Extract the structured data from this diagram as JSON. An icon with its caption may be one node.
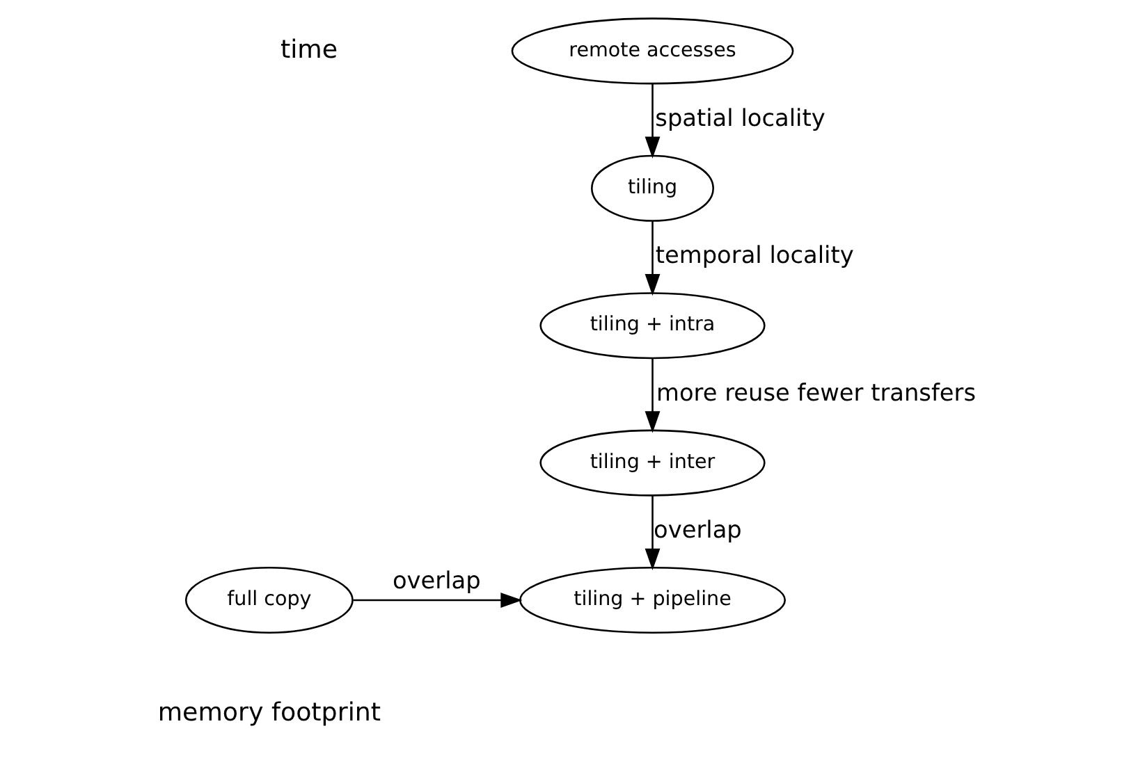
{
  "diagram": {
    "nodes": [
      {
        "text": [
          "remote accesses"
        ]
      },
      {
        "text": [
          "tiling"
        ]
      },
      {
        "text": [
          "tiling + intra"
        ]
      },
      {
        "text": [
          "tiling + inter"
        ]
      },
      {
        "text": [
          "tiling + pipeline"
        ]
      },
      {
        "text": [
          "full copy"
        ]
      }
    ],
    "edges": [
      {
        "from": 0,
        "to": 1,
        "arrow": "to",
        "label": "spatial locality"
      },
      {
        "from": 1,
        "to": 2,
        "arrow": "to",
        "label": "temporal locality"
      },
      {
        "from": 2,
        "to": 3,
        "arrow": "to",
        "label": "more reuse fewer transfers"
      },
      {
        "from": 3,
        "to": 4,
        "arrow": "to",
        "label": "overlap"
      },
      {
        "from": 5,
        "to": 4,
        "arrow": "to",
        "label": "overlap"
      }
    ],
    "labels": [
      "time",
      "memory footprint"
    ]
  }
}
